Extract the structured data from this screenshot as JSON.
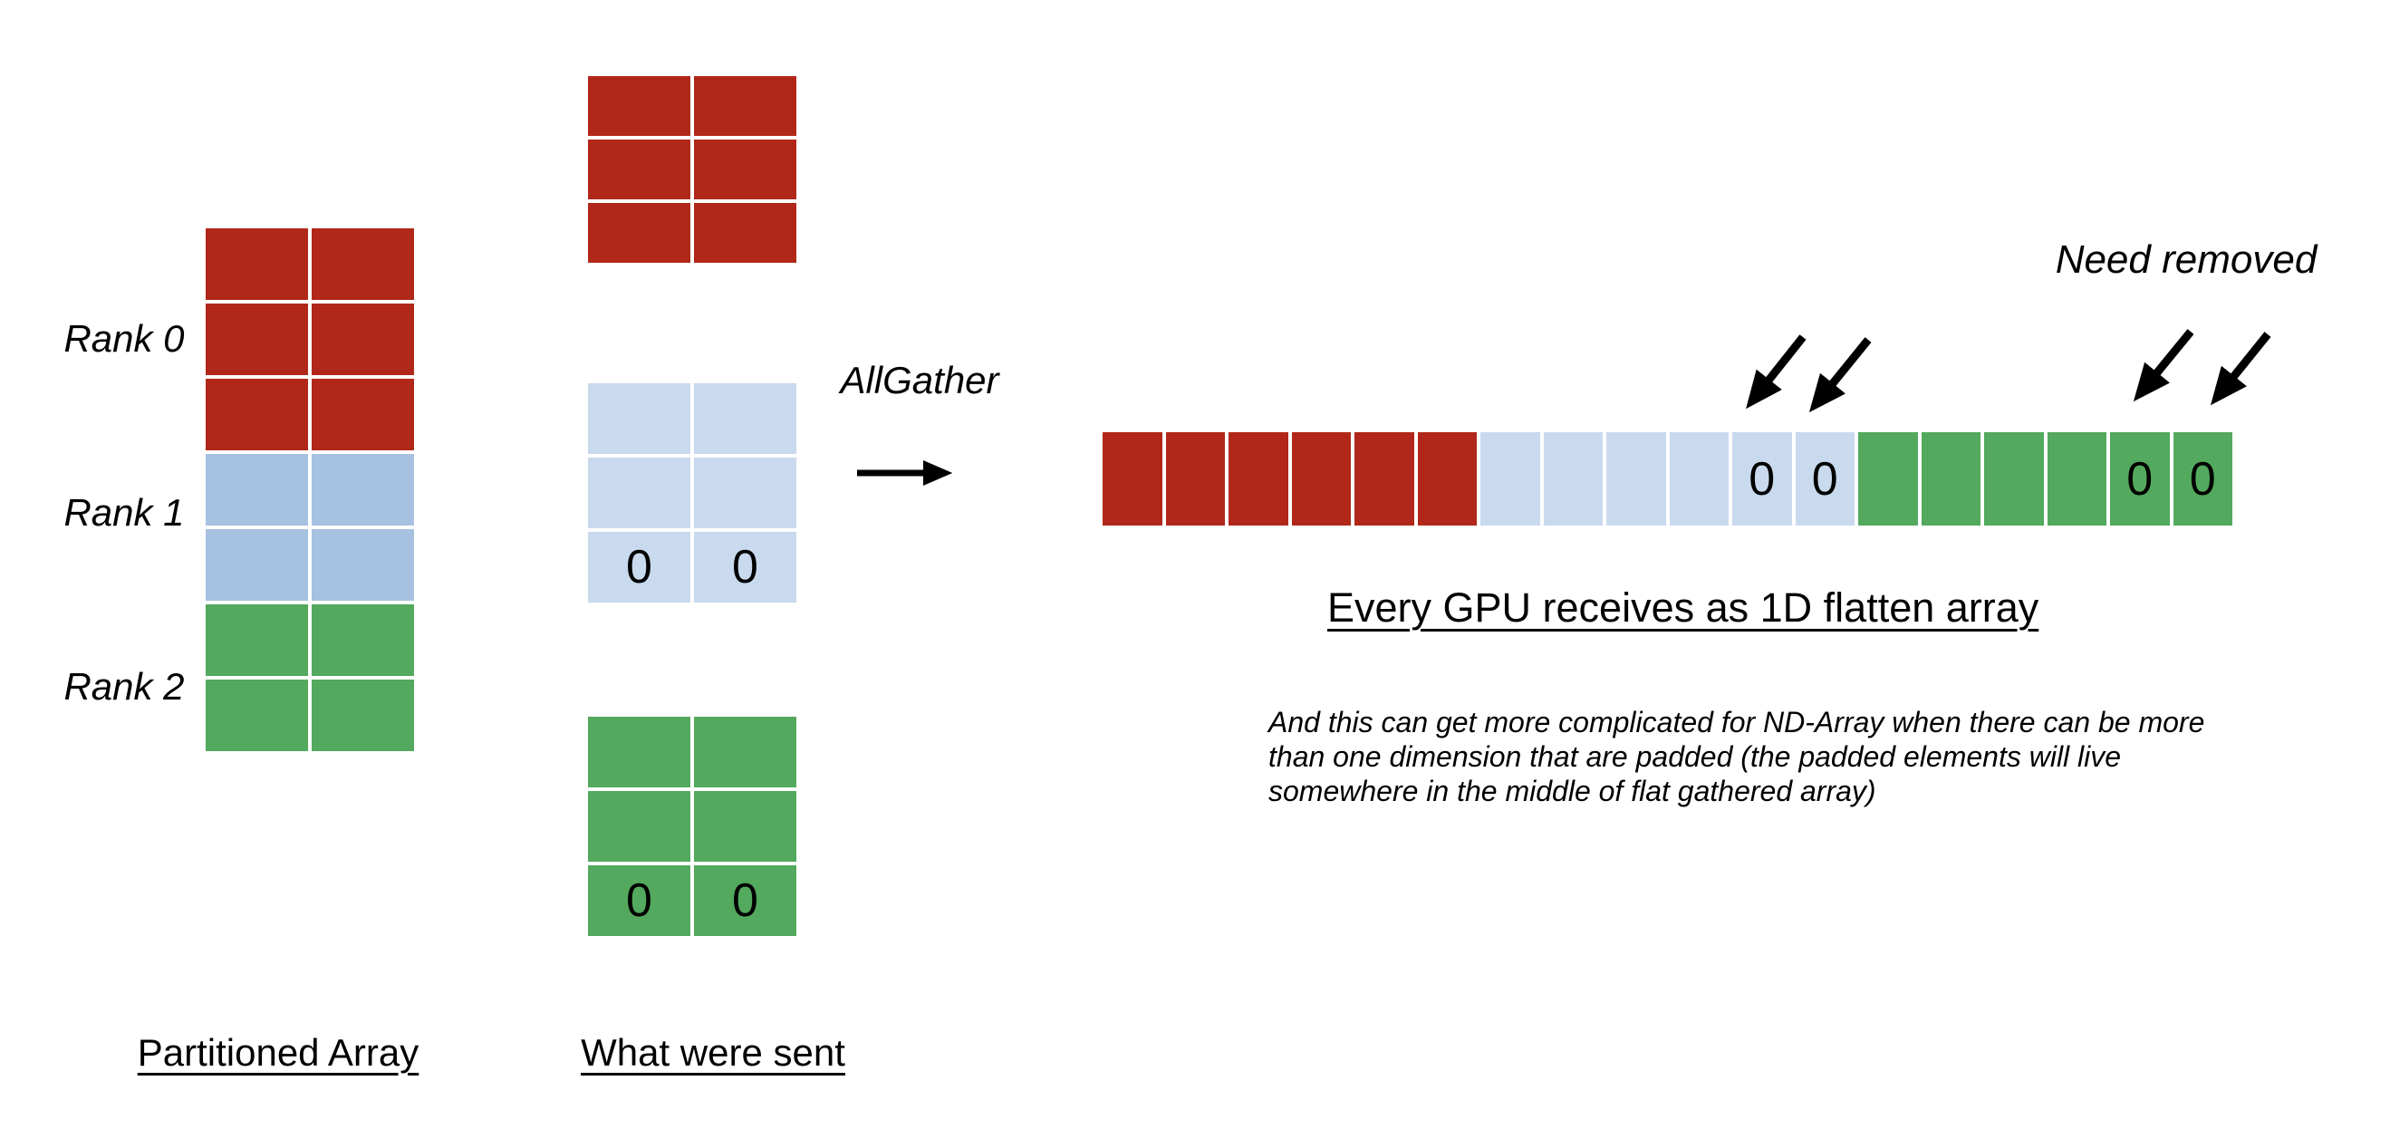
{
  "colors": {
    "red": "#B1281A",
    "green": "#53A95D",
    "blue_dark": "#A7C1E0",
    "blue_light": "#C9D9EE"
  },
  "partitioned": {
    "label": "Partitioned Array",
    "cols": 2,
    "row_groups": [
      {
        "rank": "Rank 0",
        "color_key": "red",
        "rows": 3
      },
      {
        "rank": "Rank 1",
        "color_key": "blue_dark",
        "rows": 2
      },
      {
        "rank": "Rank 2",
        "color_key": "green",
        "rows": 2
      }
    ]
  },
  "sent": {
    "label": "What were sent",
    "grids": [
      {
        "color_key": "red",
        "values": [
          [
            "",
            ""
          ],
          [
            "",
            ""
          ],
          [
            "",
            ""
          ]
        ]
      },
      {
        "color_key": "blue_light",
        "values": [
          [
            "",
            ""
          ],
          [
            "",
            ""
          ],
          [
            "0",
            "0"
          ]
        ]
      },
      {
        "color_key": "green",
        "values": [
          [
            "",
            ""
          ],
          [
            "",
            ""
          ],
          [
            "0",
            "0"
          ]
        ]
      }
    ]
  },
  "flat_array": {
    "caption": "Every GPU receives as 1D flatten array",
    "cells": [
      {
        "color_key": "red",
        "value": ""
      },
      {
        "color_key": "red",
        "value": ""
      },
      {
        "color_key": "red",
        "value": ""
      },
      {
        "color_key": "red",
        "value": ""
      },
      {
        "color_key": "red",
        "value": ""
      },
      {
        "color_key": "red",
        "value": ""
      },
      {
        "color_key": "blue_light",
        "value": ""
      },
      {
        "color_key": "blue_light",
        "value": ""
      },
      {
        "color_key": "blue_light",
        "value": ""
      },
      {
        "color_key": "blue_light",
        "value": ""
      },
      {
        "color_key": "blue_light",
        "value": "0"
      },
      {
        "color_key": "blue_light",
        "value": "0"
      },
      {
        "color_key": "green",
        "value": ""
      },
      {
        "color_key": "green",
        "value": ""
      },
      {
        "color_key": "green",
        "value": ""
      },
      {
        "color_key": "green",
        "value": ""
      },
      {
        "color_key": "green",
        "value": "0"
      },
      {
        "color_key": "green",
        "value": "0"
      }
    ]
  },
  "labels": {
    "allgather": "AllGather",
    "need_removed": "Need removed",
    "note": "And this can get more complicated for ND-Array when there can be more\nthan one dimension that are padded (the padded elements will live\nsomewhere in the middle of flat gathered array)"
  }
}
